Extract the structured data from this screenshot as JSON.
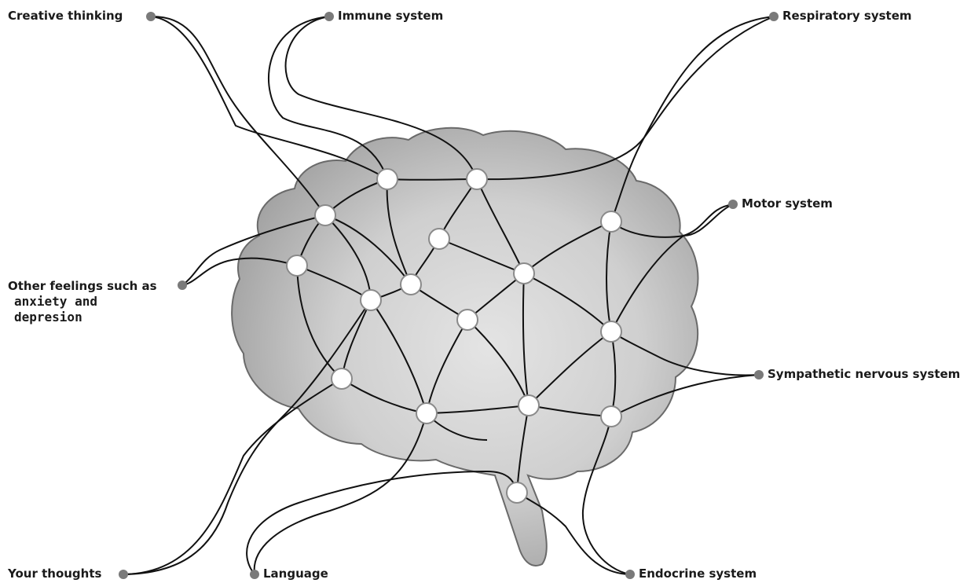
{
  "diagram": {
    "labels": {
      "creative_thinking": "Creative thinking",
      "immune_system": "Immune system",
      "respiratory_system": "Respiratory system",
      "motor_system": "Motor system",
      "other_feelings_line1": "Other feelings such as",
      "other_feelings_line2": "anxiety and",
      "other_feelings_line3": "depresion",
      "sympathetic_nervous_system": "Sympathetic nervous system",
      "your_thoughts": "Your thoughts",
      "language": "Language",
      "endocrine_system": "Endocrine system"
    },
    "colors": {
      "brain_fill": "#bdbdbd",
      "brain_inner": "#d9d9d9",
      "brain_outline": "#555555",
      "line": "#111111",
      "node_fill": "#ffffff",
      "node_stroke": "#888888",
      "terminal_dot": "#7a7a7a"
    }
  }
}
